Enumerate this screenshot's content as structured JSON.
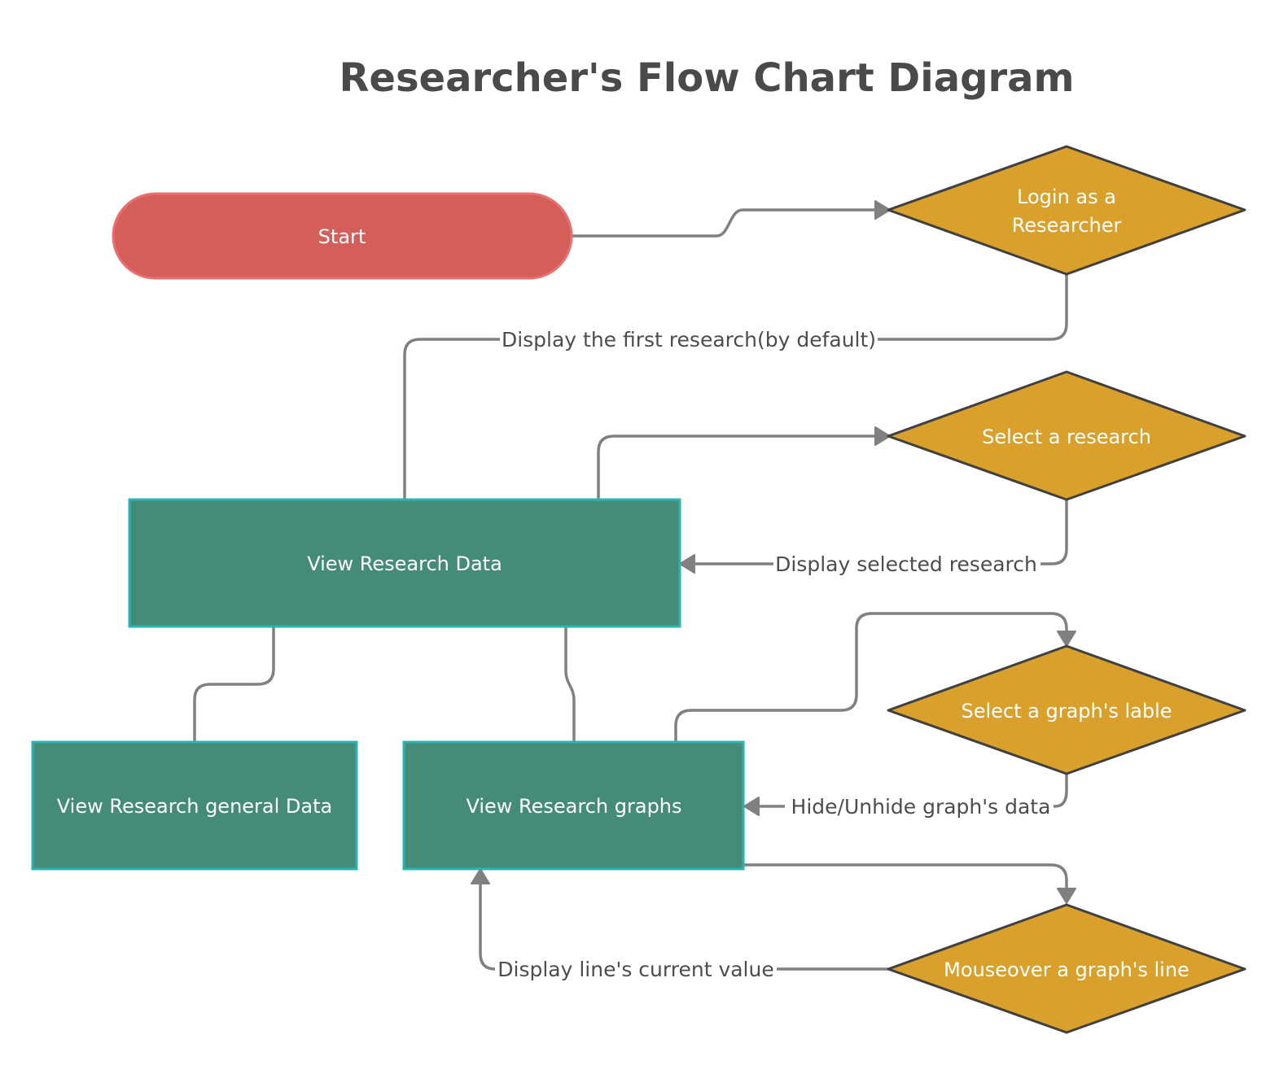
{
  "title": "Researcher's Flow Chart Diagram",
  "colors": {
    "terminal_fill": "#d45f5a",
    "terminal_stroke": "#ec6f6f",
    "process_fill": "#448c78",
    "process_stroke": "#2bb3b3",
    "decision_fill": "#d9a02c",
    "decision_stroke": "#404040",
    "edge": "#808080",
    "title": "#4a4a4a",
    "label": "#4d4d4d"
  },
  "nodes": {
    "start": {
      "label": "Start"
    },
    "login": {
      "line1": "Login as a",
      "line2": "Researcher"
    },
    "view_research_data": {
      "label": "View Research Data"
    },
    "select_research": {
      "label": "Select a research"
    },
    "view_general_data": {
      "label": "View Research general Data"
    },
    "view_graphs": {
      "label": "View Research graphs"
    },
    "select_graph_label": {
      "label": "Select a graph's lable"
    },
    "mouseover_line": {
      "label": "Mouseover a graph's line"
    }
  },
  "edges": {
    "display_first": "Display the first research(by default)",
    "display_selected": "Display selected research",
    "hide_unhide": "Hide/Unhide graph's data",
    "display_line_value": "Display line's current value"
  }
}
